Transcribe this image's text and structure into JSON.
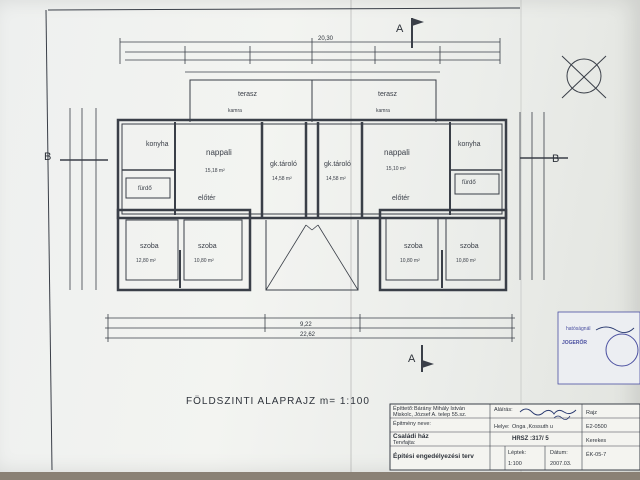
{
  "plan": {
    "section_a_top": "A",
    "section_a_bottom": "A",
    "section_b_left": "B",
    "section_b_right": "B",
    "top_total": "20,30",
    "bottom_total": "22,62",
    "bottom_partial": "9,22",
    "title": "FÖLDSZINTI  ALAPRAJZ  m= 1:100",
    "rooms": {
      "terasz_left": "terasz",
      "terasz_right": "terasz",
      "kamra_left": "kamra",
      "kamra_right": "kamra",
      "nappali_left": "nappali",
      "nappali_right": "nappali",
      "gk_left": "gk.tároló",
      "gk_right": "gk.tároló",
      "konyha_left": "konyha",
      "konyha_right": "konyha",
      "furdo_left": "fürdő",
      "furdo_right": "fürdő",
      "eloter_left": "előtér",
      "eloter_right": "előtér",
      "szoba1_left": "szoba",
      "szoba2_left": "szoba",
      "szoba1_right": "szoba",
      "szoba2_right": "szoba"
    },
    "areas": {
      "nappali_left": "15,18 m²",
      "nappali_right": "15,10 m²",
      "gk_left": "14,58 m²",
      "gk_right": "14,58 m²",
      "szoba1_left": "12,80 m²",
      "szoba2_left": "10,80 m²",
      "szoba1_right": "10,80 m²",
      "szoba2_right": "10,80 m²"
    }
  },
  "title_block": {
    "client_label": "Építtető:",
    "client_value": "Bárány Mihály István",
    "address": "Miskolc, József A. telep 55.sz.",
    "building_label": "Épitmény neve:",
    "building_value": "Családi ház",
    "plan_label": "Tervfajta:",
    "plan_value": "Építési engedélyezési terv",
    "sign_label": "Aláírás:",
    "location_label": "Helye:",
    "location_value": "Onga ,Kossuth u",
    "hrsz": "HRSZ :317/ 5",
    "scale_label": "Léptek:",
    "scale_value": "1:100",
    "date_label": "Dátum:",
    "date_value": "2007.03.",
    "right_1": "Rajz",
    "right_2": "E2-0500",
    "right_3": "Kerekes",
    "right_4": "ÉK-05-7"
  },
  "stamp": {
    "line1": "hatóságnál",
    "line2": "JOGERŐR"
  }
}
